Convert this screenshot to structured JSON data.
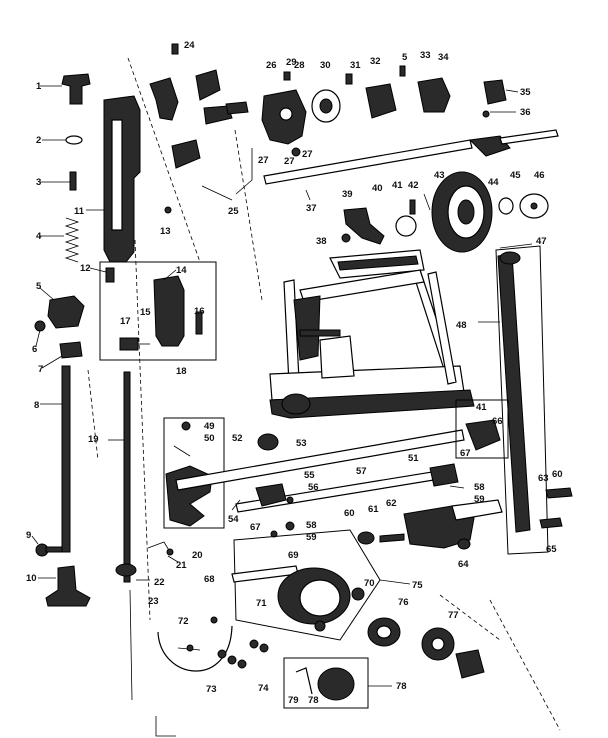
{
  "labels": {
    "p1": "1",
    "p2": "2",
    "p3": "3",
    "p4": "4",
    "p5": "5",
    "p6": "6",
    "p7": "7",
    "p8": "8",
    "p9": "9",
    "p10": "10",
    "p11": "11",
    "p12": "12",
    "p13": "13",
    "p14": "14",
    "p15": "15",
    "p16": "16",
    "p17": "17",
    "p18": "18",
    "p19": "19",
    "p20": "20",
    "p21": "21",
    "p22": "22",
    "p23": "23",
    "p24": "24",
    "p25": "25",
    "p26": "26",
    "p27a": "27",
    "p27b": "27",
    "p27c": "27",
    "p28": "28",
    "p29": "29",
    "p30": "30",
    "p31": "31",
    "p32": "32",
    "p5b": "5",
    "p33": "33",
    "p34": "34",
    "p35": "35",
    "p36": "36",
    "p37": "37",
    "p38": "38",
    "p39": "39",
    "p40": "40",
    "p41": "41",
    "p42": "42",
    "p43": "43",
    "p44": "44",
    "p45": "45",
    "p46": "46",
    "p47": "47",
    "p48": "48",
    "p49": "49",
    "p50": "50",
    "p51": "51",
    "p52": "52",
    "p53": "53",
    "p54": "54",
    "p55": "55",
    "p56": "56",
    "p57": "57",
    "p58a": "58",
    "p58b": "58",
    "p59a": "59",
    "p59b": "59",
    "p60a": "60",
    "p60b": "60",
    "p61": "61",
    "p62": "62",
    "p63": "63",
    "p64": "64",
    "p65": "65",
    "p66": "66",
    "p67": "67",
    "p68": "68",
    "p69": "69",
    "p70": "70",
    "p71": "71",
    "p72": "72",
    "p73": "73",
    "p74": "74",
    "p75": "75",
    "p76": "76",
    "p77": "77",
    "p78": "78",
    "p79": "79",
    "p41b": "41"
  }
}
